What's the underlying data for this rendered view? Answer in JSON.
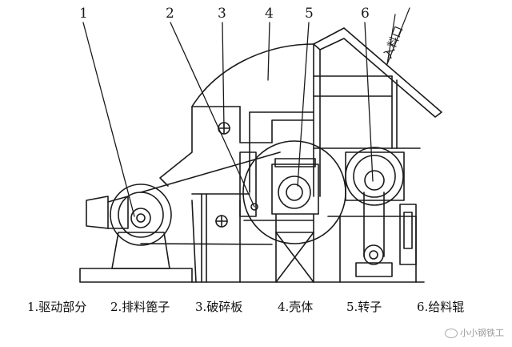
{
  "callouts": [
    "1",
    "2",
    "3",
    "4",
    "5",
    "6"
  ],
  "inlet_label": "入料口",
  "legend": [
    "1.驱动部分",
    "2.排料篦子",
    "3.破碎板",
    "4.壳体",
    "5.转子",
    "6.给料辊"
  ],
  "watermark": "小小钢铁工",
  "colors": {
    "ink": "#1a1a1a",
    "background": "#ffffff",
    "watermark": "#9a9a9a"
  }
}
